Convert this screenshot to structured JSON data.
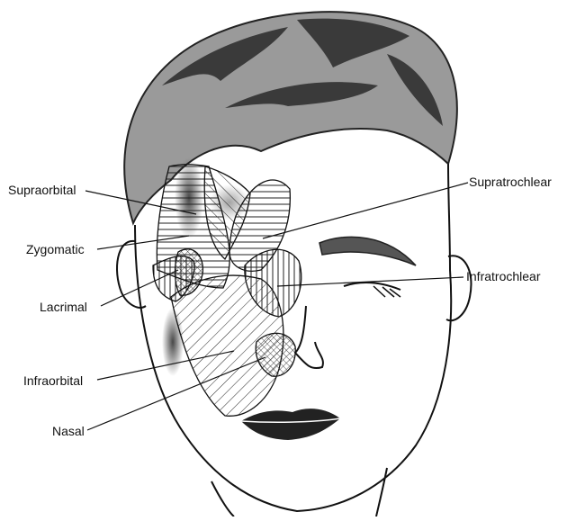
{
  "labels": {
    "supraorbital": "Supraorbital",
    "zygomatic": "Zygomatic",
    "lacrimal": "Lacrimal",
    "infraorbital": "Infraorbital",
    "nasal": "Nasal",
    "supratrochlear": "Supratrochlear",
    "infratrochlear": "Infratrochlear"
  }
}
